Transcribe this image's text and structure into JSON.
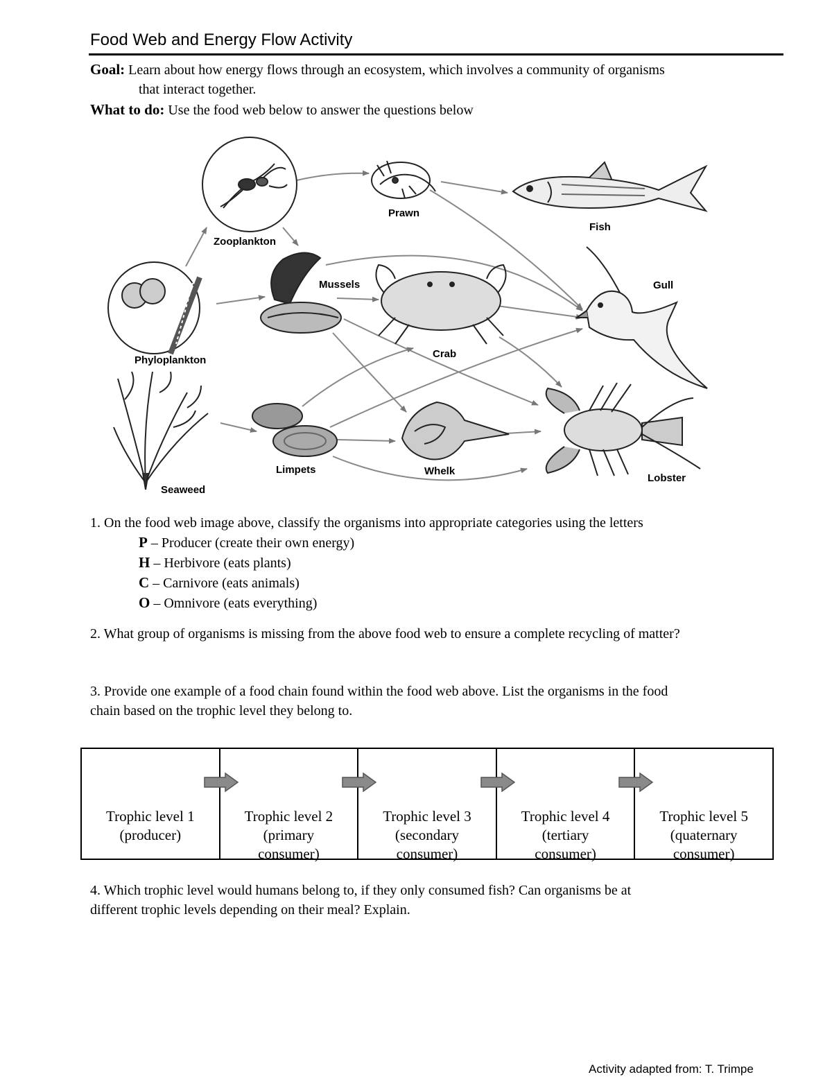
{
  "title": "Food Web and Energy Flow Activity",
  "goal": {
    "label": "Goal:",
    "line1": "Learn about how energy flows through an ecosystem, which involves a community of organisms",
    "line2": "that interact together."
  },
  "what_to_do": {
    "label": "What to do:",
    "text": "Use the food web below to answer the questions below"
  },
  "food_web": {
    "labels": {
      "zooplankton": "Zooplankton",
      "prawn": "Prawn",
      "fish": "Fish",
      "mussels": "Mussels",
      "gull": "Gull",
      "phyloplankton": "Phyloplankton",
      "crab": "Crab",
      "seaweed": "Seaweed",
      "limpets": "Limpets",
      "whelk": "Whelk",
      "lobster": "Lobster"
    }
  },
  "q1": {
    "text": "1. On the food web image above, classify the organisms into appropriate categories using the letters",
    "categories": [
      {
        "letter": "P",
        "desc": " – Producer (create their own energy)"
      },
      {
        "letter": "H",
        "desc": " – Herbivore (eats plants)"
      },
      {
        "letter": "C",
        "desc": " – Carnivore (eats animals)"
      },
      {
        "letter": "O",
        "desc": " – Omnivore (eats everything)"
      }
    ]
  },
  "q2": {
    "text": "2. What group of organisms is missing from the above food web to ensure a complete recycling of matter?"
  },
  "q3": {
    "line1": "3. Provide one example of a food chain found within the food web above.  List the organisms in the food",
    "line2": "chain based on the trophic level they belong to."
  },
  "trophic_levels": [
    {
      "name": "Trophic level 1",
      "role1": "(producer)",
      "role2": ""
    },
    {
      "name": "Trophic level 2",
      "role1": "(primary",
      "role2": "consumer)"
    },
    {
      "name": "Trophic level 3",
      "role1": "(secondary",
      "role2": "consumer)"
    },
    {
      "name": "Trophic level 4",
      "role1": "(tertiary",
      "role2": "consumer)"
    },
    {
      "name": "Trophic level 5",
      "role1": "(quaternary",
      "role2": "consumer)"
    }
  ],
  "q4": {
    "line1": "4. Which trophic level would humans belong to, if they only consumed fish?  Can organisms be at",
    "line2": "different trophic levels depending on their meal?  Explain."
  },
  "footer": "Activity adapted from: T. Trimpe"
}
